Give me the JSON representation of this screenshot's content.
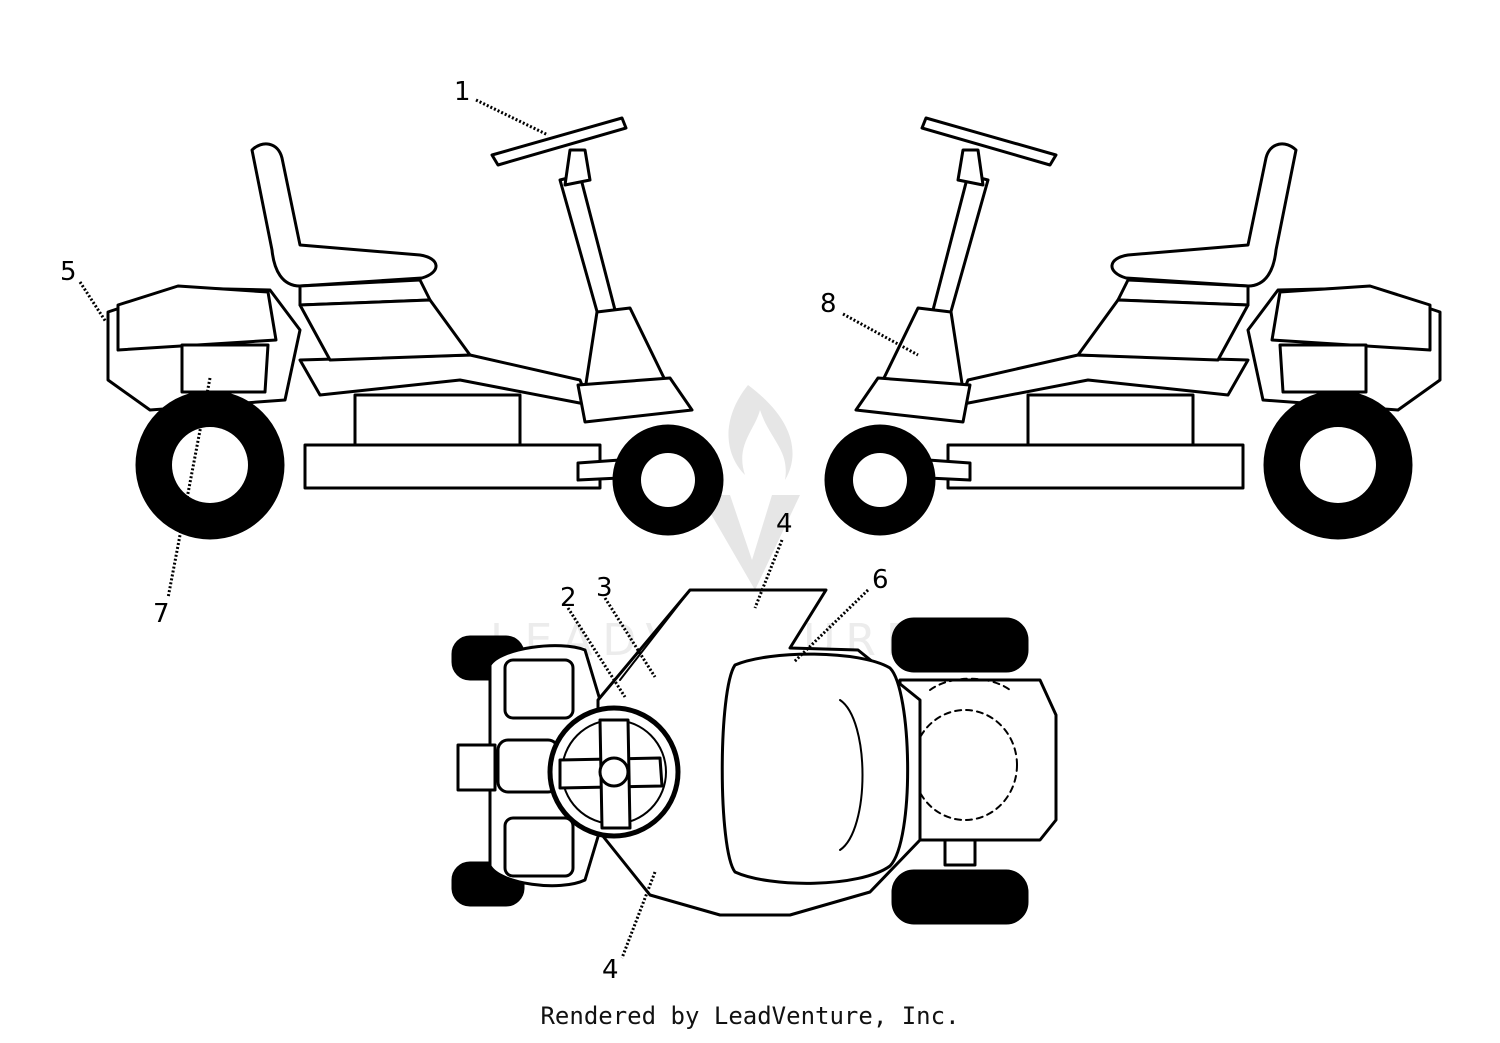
{
  "callouts": [
    "1",
    "2",
    "3",
    "4",
    "4",
    "5",
    "6",
    "7",
    "8"
  ],
  "footer": "Rendered by LeadVenture, Inc.",
  "watermark": "LEADVENTURE"
}
